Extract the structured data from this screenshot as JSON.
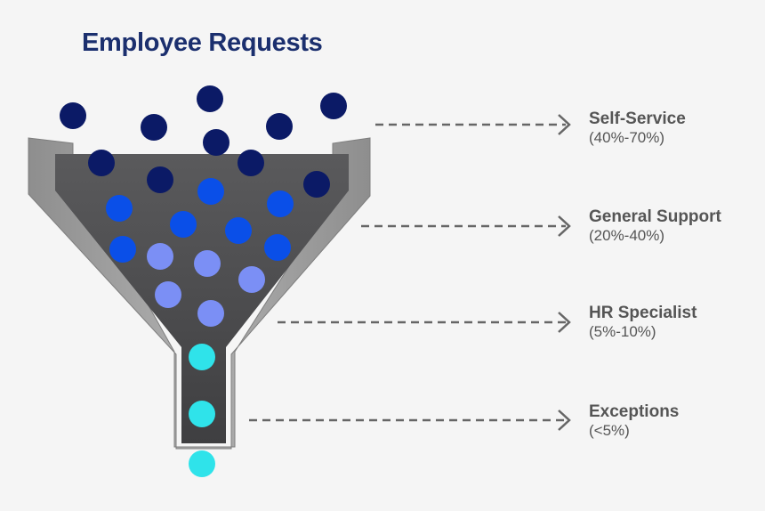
{
  "title": "Employee Requests",
  "tiers": [
    {
      "name": "Self-Service",
      "range": "(40%-70%)"
    },
    {
      "name": "General Support",
      "range": "(20%-40%)"
    },
    {
      "name": "HR Specialist",
      "range": "(5%-10%)"
    },
    {
      "name": "Exceptions",
      "range": "(<5%)"
    }
  ],
  "colors": {
    "background": "#f5f5f5",
    "title": "#1b2f6e",
    "funnel_rim": "#9a9a9a",
    "funnel_inner": "#4d4d4f",
    "dark_navy": "#0b1a66",
    "bright_blue": "#0a4fe8",
    "light_blue": "#7b8ff5",
    "cyan": "#2fe3ea",
    "arrow": "#666666",
    "label": "#555555"
  }
}
